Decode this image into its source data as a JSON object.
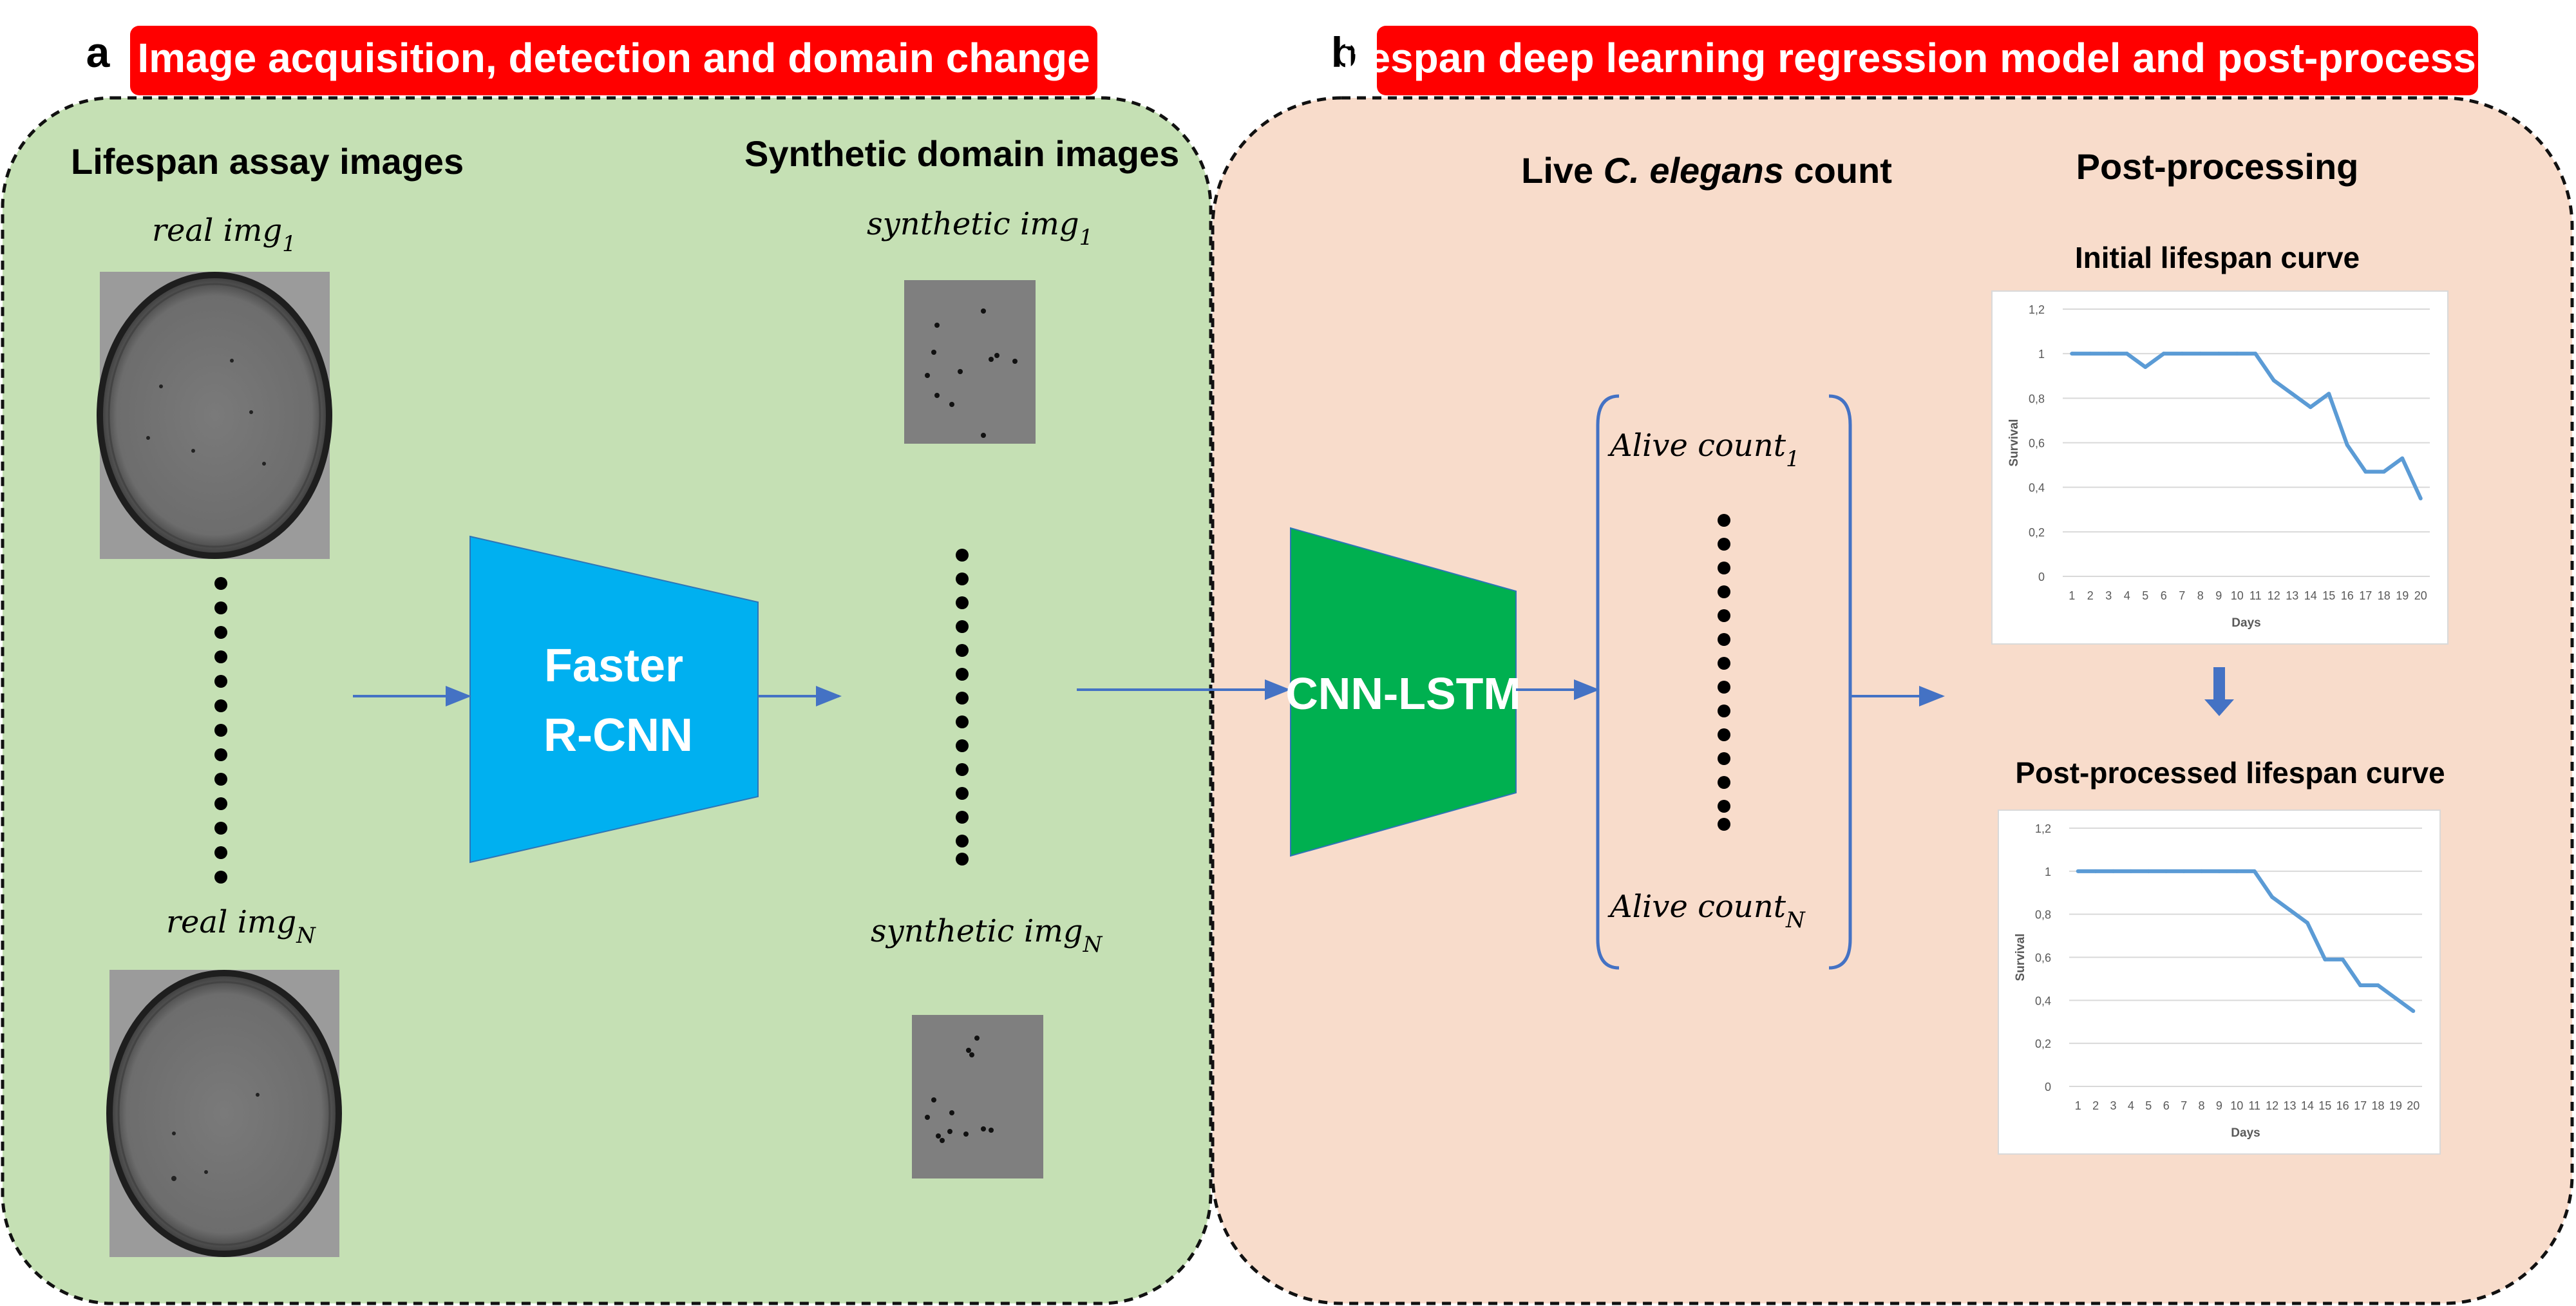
{
  "panel_a": {
    "letter": "a",
    "title": "Image acquisition, detection and domain change",
    "left_heading": "Lifespan assay images",
    "right_heading": "Synthetic domain images",
    "real_first": {
      "base": "real img",
      "sub": "1"
    },
    "real_last": {
      "base": "real img",
      "sub": "N"
    },
    "synthetic_first": {
      "base": "synthetic img",
      "sub": "1"
    },
    "synthetic_last": {
      "base": "synthetic img",
      "sub": "N"
    },
    "detector_line1": "Faster",
    "detector_line2": "R-CNN"
  },
  "panel_b": {
    "letter": "b",
    "title": "Lifespan deep learning regression model and post-processing",
    "count_heading_pre": "Live ",
    "count_heading_species": "C. elegans",
    "count_heading_post": " count",
    "postproc_heading": "Post-processing",
    "model_label": "CNN-LSTM",
    "alive_first": {
      "base": "Alive count",
      "sub": "1"
    },
    "alive_last": {
      "base": "Alive count",
      "sub": "N"
    },
    "initial_curve_title": "Initial lifespan curve",
    "post_curve_title": "Post-processed lifespan curve"
  },
  "colors": {
    "banner_red": "#ff0000",
    "panel_a_fill": "#c5e0b4",
    "panel_b_fill": "#f8dccb",
    "detector_fill": "#00b0f0",
    "model_fill": "#00b050",
    "arrow_blue": "#4472c4",
    "curve_blue": "#5b9bd5"
  },
  "chart_data": [
    {
      "type": "line",
      "title": "",
      "xlabel": "Days",
      "ylabel": "Survival",
      "ylim": [
        0,
        1.2
      ],
      "y_ticks": [
        "0",
        "0,2",
        "0,4",
        "0,6",
        "0,8",
        "1",
        "1,2"
      ],
      "x": [
        "1",
        "2",
        "3",
        "4",
        "5",
        "6",
        "7",
        "8",
        "9",
        "10",
        "11",
        "12",
        "13",
        "14",
        "15",
        "16",
        "17",
        "18",
        "19",
        "20"
      ],
      "series": [
        {
          "values": [
            1,
            1,
            1,
            1,
            0.94,
            1,
            1,
            1,
            1,
            1,
            1,
            0.88,
            0.82,
            0.76,
            0.82,
            0.59,
            0.47,
            0.47,
            0.53,
            0.35
          ]
        }
      ],
      "grid": true
    },
    {
      "type": "line",
      "title": "",
      "xlabel": "Days",
      "ylabel": "Survival",
      "ylim": [
        0,
        1.2
      ],
      "y_ticks": [
        "0",
        "0,2",
        "0,4",
        "0,6",
        "0,8",
        "1",
        "1,2"
      ],
      "x": [
        "1",
        "2",
        "3",
        "4",
        "5",
        "6",
        "7",
        "8",
        "9",
        "10",
        "11",
        "12",
        "13",
        "14",
        "15",
        "16",
        "17",
        "18",
        "19",
        "20"
      ],
      "series": [
        {
          "values": [
            1,
            1,
            1,
            1,
            1,
            1,
            1,
            1,
            1,
            1,
            1,
            0.88,
            0.82,
            0.76,
            0.59,
            0.59,
            0.47,
            0.47,
            0.41,
            0.35
          ]
        }
      ],
      "grid": true
    }
  ]
}
